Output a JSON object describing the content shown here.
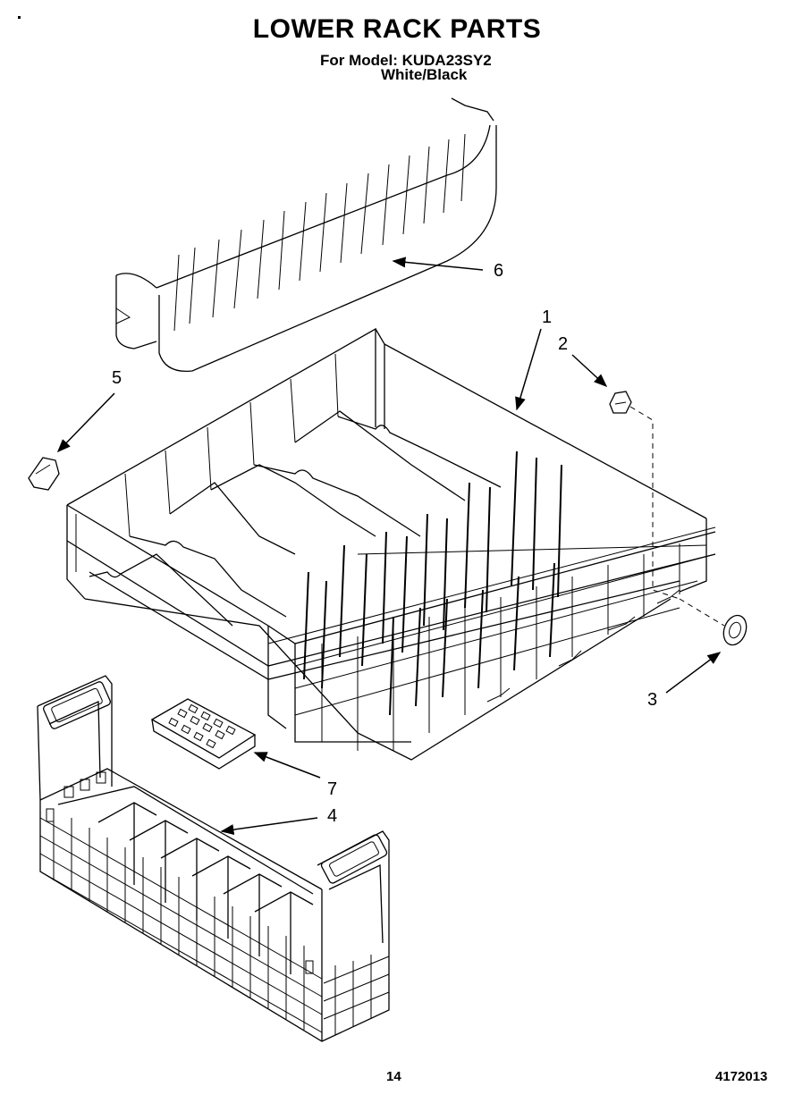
{
  "header": {
    "title": "LOWER RACK PARTS",
    "model_line": "For Model: KUDA23SY2",
    "color_line": "White/Black"
  },
  "callouts": {
    "c1": "1",
    "c2": "2",
    "c3": "3",
    "c4": "4",
    "c5": "5",
    "c6": "6",
    "c7": "7"
  },
  "footer": {
    "page_number": "14",
    "document_number": "4172013"
  }
}
